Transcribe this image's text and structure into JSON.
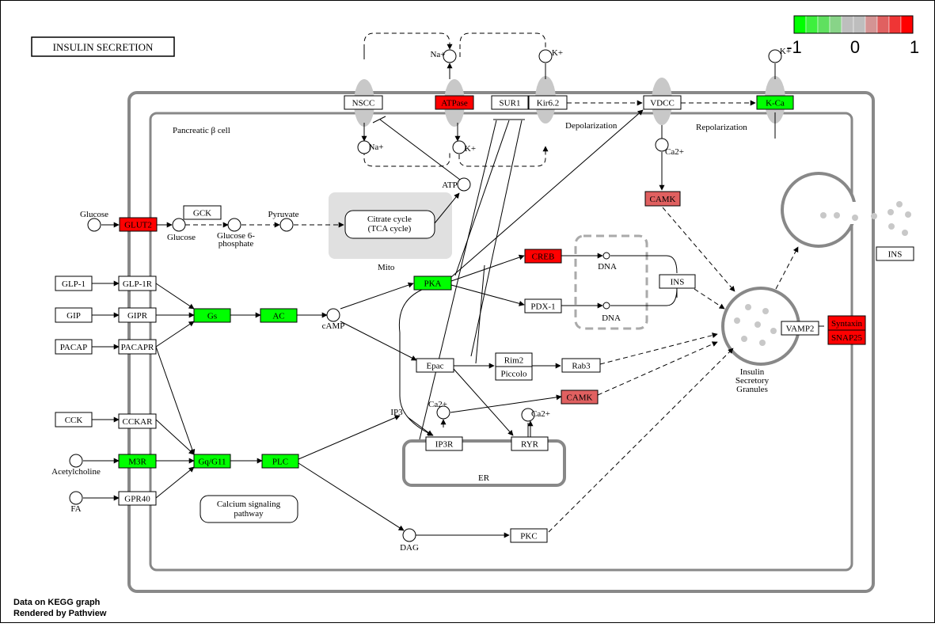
{
  "title": "INSULIN SECRETION",
  "legend": {
    "labels": [
      "-1",
      "0",
      "1"
    ],
    "colors": [
      "#00ff00",
      "#3ef03e",
      "#5fe05f",
      "#88d488",
      "#bebebe",
      "#bebebe",
      "#d49494",
      "#e06060",
      "#ef3535",
      "#ff0000"
    ]
  },
  "footer": {
    "line1": "Data on KEGG graph",
    "line2": "Rendered by Pathview"
  },
  "colors": {
    "up": "#ff0000",
    "up_mid": "#e06060",
    "down": "#00ff00",
    "none": "#ffffff",
    "membrane": "#888888"
  },
  "compartments": {
    "cell": "Pancreatic β cell",
    "mito": "Mito",
    "er": "ER",
    "depolarization": "Depolarization",
    "repolarization": "Repolarization",
    "granules": "Insulin\nSecretory\nGranules"
  },
  "pathways": {
    "tca": "Citrate cycle\n(TCA cycle)",
    "calcium": "Calcium signaling\npathway"
  },
  "genes": [
    {
      "id": "glp1",
      "label": "GLP-1",
      "state": "none"
    },
    {
      "id": "gip",
      "label": "GIP",
      "state": "none"
    },
    {
      "id": "pacap",
      "label": "PACAP",
      "state": "none"
    },
    {
      "id": "cck",
      "label": "CCK",
      "state": "none"
    },
    {
      "id": "glp1r",
      "label": "GLP-1R",
      "state": "none"
    },
    {
      "id": "gipr",
      "label": "GIPR",
      "state": "none"
    },
    {
      "id": "pacapr",
      "label": "PACAPR",
      "state": "none"
    },
    {
      "id": "cckar",
      "label": "CCKAR",
      "state": "none"
    },
    {
      "id": "m3r",
      "label": "M3R",
      "state": "down"
    },
    {
      "id": "gpr40",
      "label": "GPR40",
      "state": "none"
    },
    {
      "id": "glut2",
      "label": "GLUT2",
      "state": "up"
    },
    {
      "id": "gck",
      "label": "GCK",
      "state": "none"
    },
    {
      "id": "gs",
      "label": "Gs",
      "state": "down"
    },
    {
      "id": "ac",
      "label": "AC",
      "state": "down"
    },
    {
      "id": "gq",
      "label": "Gq/G11",
      "state": "down"
    },
    {
      "id": "plc",
      "label": "PLC",
      "state": "down"
    },
    {
      "id": "pka",
      "label": "PKA",
      "state": "down"
    },
    {
      "id": "creb",
      "label": "CREB",
      "state": "up"
    },
    {
      "id": "pdx1",
      "label": "PDX-1",
      "state": "none"
    },
    {
      "id": "epac",
      "label": "Epac",
      "state": "none"
    },
    {
      "id": "rim2",
      "label": "Rim2",
      "state": "none"
    },
    {
      "id": "piccolo",
      "label": "Piccolo",
      "state": "none"
    },
    {
      "id": "rab3",
      "label": "Rab3",
      "state": "none"
    },
    {
      "id": "camk1",
      "label": "CAMK",
      "state": "up_mid"
    },
    {
      "id": "camk2",
      "label": "CAMK",
      "state": "up_mid"
    },
    {
      "id": "ip3r",
      "label": "IP3R",
      "state": "none"
    },
    {
      "id": "ryr",
      "label": "RYR",
      "state": "none"
    },
    {
      "id": "pkc",
      "label": "PKC",
      "state": "none"
    },
    {
      "id": "nscc",
      "label": "NSCC",
      "state": "none"
    },
    {
      "id": "atpase",
      "label": "ATPase",
      "state": "up"
    },
    {
      "id": "sur1",
      "label": "SUR1",
      "state": "none"
    },
    {
      "id": "kir62",
      "label": "Kir6.2",
      "state": "none"
    },
    {
      "id": "vdcc",
      "label": "VDCC",
      "state": "none"
    },
    {
      "id": "kca",
      "label": "K-Ca",
      "state": "down"
    },
    {
      "id": "ins1",
      "label": "INS",
      "state": "none"
    },
    {
      "id": "ins2",
      "label": "INS",
      "state": "none"
    },
    {
      "id": "vamp2",
      "label": "VAMP2",
      "state": "none"
    },
    {
      "id": "syntaxin",
      "label": "Syntaxin",
      "state": "up"
    },
    {
      "id": "snap25",
      "label": "SNAP25",
      "state": "up"
    }
  ],
  "compounds": {
    "glucose_out": "Glucose",
    "glucose_in": "Glucose",
    "g6p": "Glucose 6-\nphosphate",
    "pyruvate": "Pyruvate",
    "atp": "ATP",
    "camp": "cAMP",
    "ip3": "IP3",
    "dag": "DAG",
    "acetylcholine": "Acetylcholine",
    "fa": "FA",
    "na_top": "Na+",
    "na_bottom": "Na+",
    "k_atp_bottom": "K+",
    "k_kir": "K+",
    "k_kca": "K+",
    "ca_vdcc": "Ca2+",
    "ca_er": "Ca2+",
    "ca_ryr": "Ca2+",
    "dna1": "DNA",
    "dna2": "DNA"
  }
}
